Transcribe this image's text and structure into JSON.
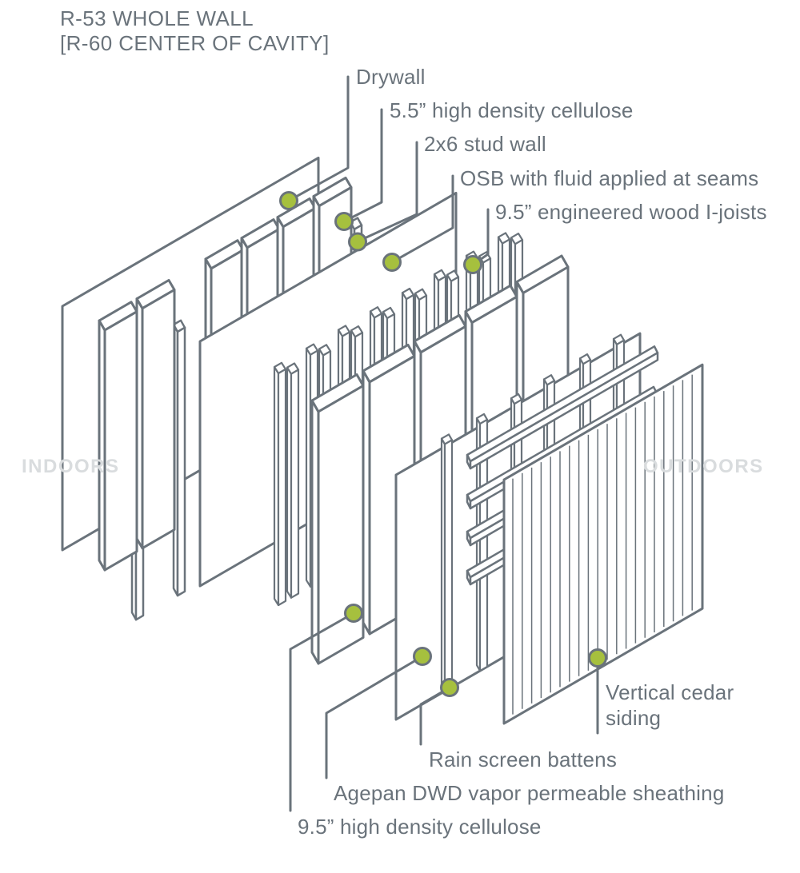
{
  "title": {
    "line1": "R-53 WHOLE WALL",
    "line2": "[R-60 CENTER OF CAVITY]"
  },
  "side_labels": {
    "left": "INDOORS",
    "right": "OUTDOORS"
  },
  "layer_labels": {
    "drywall": "Drywall",
    "cellulose_55": "5.5” high density cellulose",
    "stud_wall": "2x6 stud wall",
    "osb": "OSB with fluid applied at seams",
    "ijoists": "9.5” engineered wood I-joists",
    "siding": "Vertical cedar siding",
    "rain_screen": "Rain screen battens",
    "agepan": "Agepan DWD vapor permeable sheathing",
    "cellulose_95": "9.5” high density cellulose"
  },
  "colors": {
    "line": "#6a737b",
    "marker": "#a6c03e",
    "faint_text": "#d9dcde",
    "background": "#ffffff"
  }
}
